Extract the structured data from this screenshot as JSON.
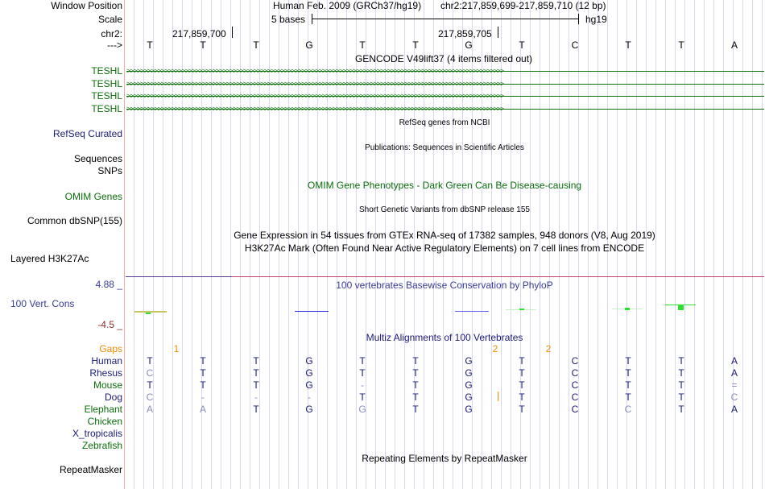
{
  "header": {
    "window_position_label": "Window Position",
    "scale_label": "Scale",
    "chr_label": "chr2:",
    "strand_label": "--->",
    "assembly": "Human Feb. 2009 (GRCh37/hg19)",
    "position": "chr2:217,859,699-217,859,710 (12 bp)",
    "scale_text": "5 bases",
    "scale_db": "hg19",
    "coord1": "217,859,700",
    "coord2": "217,859,705"
  },
  "sequence": [
    "T",
    "T",
    "T",
    "G",
    "T",
    "T",
    "G",
    "T",
    "C",
    "T",
    "T",
    "A"
  ],
  "tracks": {
    "gencode_title": "GENCODE V49lift37 (4 items filtered out)",
    "gencode_items": [
      "TESHL",
      "TESHL",
      "TESHL",
      "TESHL"
    ],
    "refseq_title": "RefSeq genes from NCBI",
    "refseq_label": "RefSeq Curated",
    "pubs_title": "Publications: Sequences in Scientific Articles",
    "pubs_label": "Sequences",
    "snps_label": "SNPs",
    "omim_title": "OMIM Gene Phenotypes - Dark Green Can Be Disease-causing",
    "omim_label": "OMIM Genes",
    "dbsnp_title": "Short Genetic Variants from dbSNP release 155",
    "dbsnp_label": "Common dbSNP(155)",
    "gtex_title": "Gene Expression in 54 tissues from GTEx RNA-seq of 17382 samples, 948 donors (V8, Aug 2019)",
    "h3k_title": "H3K27Ac Mark (Often Found Near Active Regulatory Elements) on 7 cell lines from ENCODE",
    "h3k_label": "Layered H3K27Ac",
    "cons_title": "100 vertebrates Basewise Conservation by PhyloP",
    "cons_label": "100 Vert. Cons",
    "cons_max": "4.88 _",
    "cons_min": "-4.5 _",
    "multiz_title": "Multiz Alignments of 100 Vertebrates",
    "gaps_label": "Gaps",
    "gaps": [
      {
        "col": 0.5,
        "v": "1"
      },
      {
        "col": 6.5,
        "v": "2"
      },
      {
        "col": 7.5,
        "v": "2"
      }
    ],
    "species": [
      {
        "name": "Human",
        "seq": "TTTGTTGTCTTA",
        "color": "#1a1a7a"
      },
      {
        "name": "Rhesus",
        "seq": "CTTGTTGTCTTA",
        "color": "#1a1a7a"
      },
      {
        "name": "Mouse",
        "seq": "TTTG-TGTCTT=",
        "color": "#0a6e0a"
      },
      {
        "name": "Dog",
        "seq": "C---TTGTCTTC",
        "color": "#1a1a7a"
      },
      {
        "name": "Elephant",
        "seq": "AATGGTGTCCTA",
        "color": "#0a6e0a"
      },
      {
        "name": "Chicken",
        "seq": "",
        "color": "#0a6e0a"
      },
      {
        "name": "X_tropicalis",
        "seq": "",
        "color": "#1a1a7a"
      },
      {
        "name": "Zebrafish",
        "seq": "",
        "color": "#0a6e0a"
      }
    ],
    "repeat_title": "Repeating Elements by RepeatMasker",
    "repeat_label": "RepeatMasker"
  }
}
